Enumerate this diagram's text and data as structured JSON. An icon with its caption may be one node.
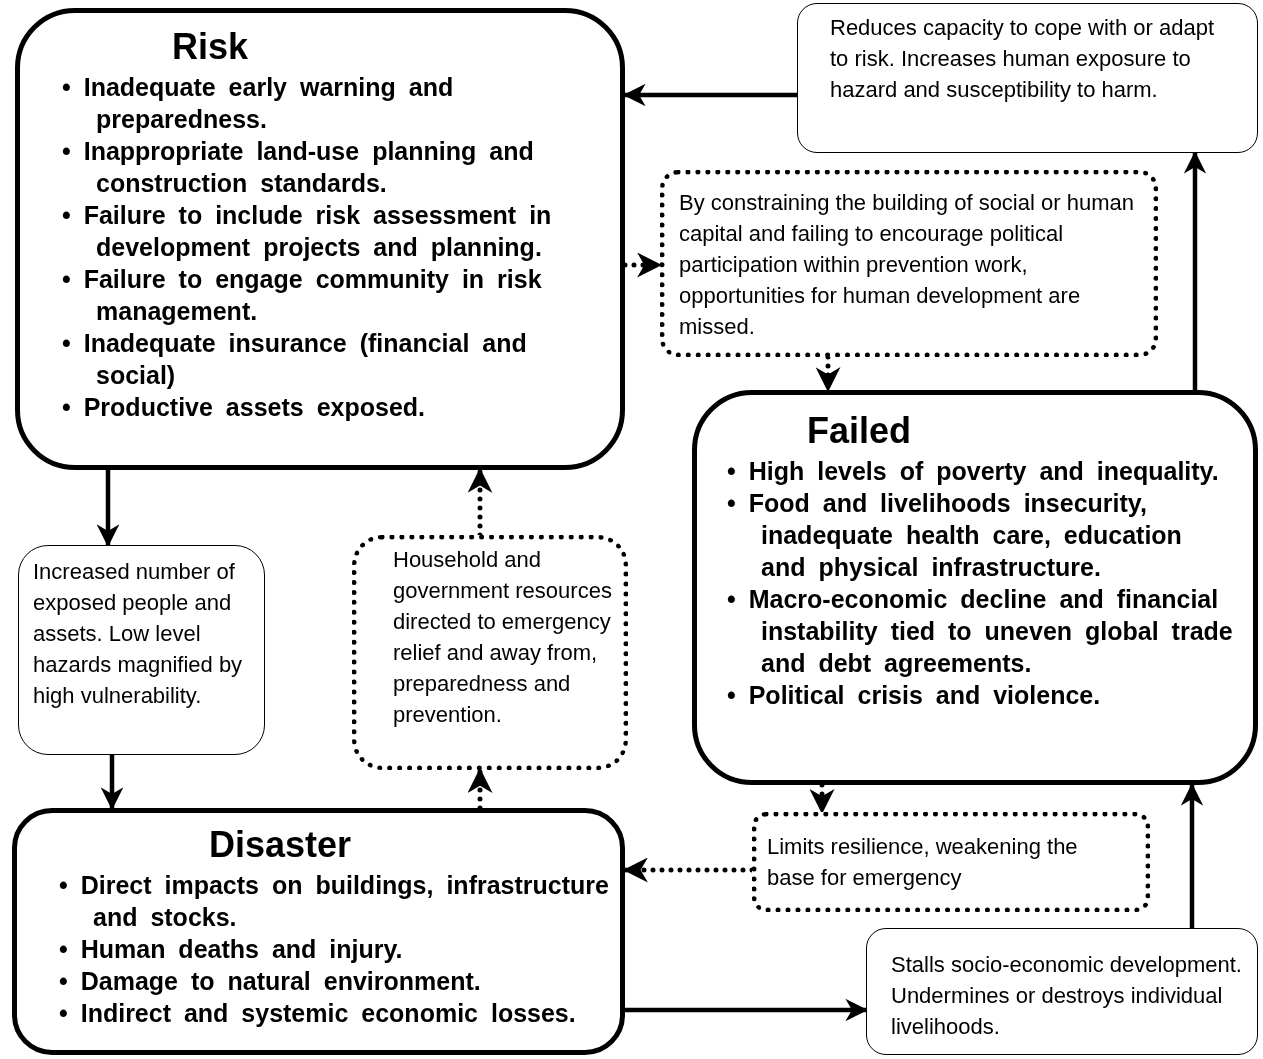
{
  "diagram": {
    "nodes": [
      {
        "text": [
          "Risk",
          "• Inadequate early warning and preparedness.",
          "• Inappropriate land-use planning and construction standards.",
          "• Failure to include risk assessment in development projects and planning.",
          "• Failure to engage community in risk management.",
          "• Inadequate insurance (financial and social)",
          "• Productive assets exposed."
        ]
      },
      {
        "text": [
          "Reduces capacity to cope with or adapt to risk. Increases human exposure to hazard and susceptibility to harm."
        ]
      },
      {
        "text": [
          "By constraining the building of social or human capital and failing to encourage political participation within prevention work, opportunities for human development are missed."
        ]
      },
      {
        "text": [
          "Failed",
          "• High levels of poverty and inequality.",
          "• Food and livelihoods insecurity, inadequate health care, education and physical infrastructure.",
          "• Macro-economic decline and financial instability tied to uneven global trade and debt agreements.",
          "• Political crisis and violence."
        ]
      },
      {
        "text": [
          "Increased number of exposed people and assets. Low level hazards magnified by high vulnerability."
        ]
      },
      {
        "text": [
          "Household and government resources directed to emergency relief and away from, preparedness and prevention."
        ]
      },
      {
        "text": [
          "Disaster",
          "• Direct impacts on buildings, infrastructure and stocks.",
          "• Human deaths and injury.",
          "• Damage to natural environment.",
          "• Indirect and systemic economic losses."
        ]
      },
      {
        "text": [
          "Limits resilience, weakening the base for emergency"
        ]
      },
      {
        "text": [
          "Stalls socio-economic development. Undermines or destroys individual livelihoods."
        ]
      }
    ],
    "edges": [
      {
        "from": 1,
        "to": 0,
        "arrow": "to"
      },
      {
        "from": 0,
        "to": 2,
        "arrow": "to",
        "style": "dashed"
      },
      {
        "from": 2,
        "to": 3,
        "arrow": "to",
        "style": "dashed"
      },
      {
        "from": 3,
        "to": 1,
        "arrow": "to"
      },
      {
        "from": 0,
        "to": 4,
        "arrow": "to"
      },
      {
        "from": 4,
        "to": 6,
        "arrow": "to"
      },
      {
        "from": 6,
        "to": 5,
        "arrow": "to",
        "style": "dashed"
      },
      {
        "from": 5,
        "to": 0,
        "arrow": "to",
        "style": "dashed"
      },
      {
        "from": 3,
        "to": 7,
        "arrow": "to",
        "style": "dashed"
      },
      {
        "from": 7,
        "to": 6,
        "arrow": "to",
        "style": "dashed"
      },
      {
        "from": 6,
        "to": 8,
        "arrow": "to"
      },
      {
        "from": 8,
        "to": 3,
        "arrow": "to"
      }
    ]
  }
}
